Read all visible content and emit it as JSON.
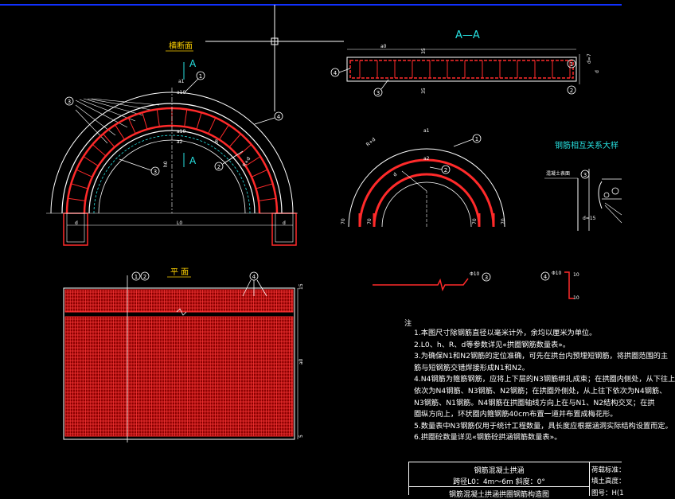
{
  "views": {
    "cross_section_title": "横断面",
    "section_aa_title": "A—A",
    "rebar_relation_title": "钢筋相互关系大样",
    "plan_title": "平 面",
    "cut_mark_a": "A"
  },
  "dims": {
    "a1": "a1",
    "a10": "a10",
    "a2": "a2",
    "h0": "h0",
    "d": "d",
    "l0": "L0",
    "r_in": "R",
    "r_out": "R+d",
    "rd": "R+d",
    "d7": "d=7",
    "d15": "d=15",
    "d35a": "35",
    "d35b": "35",
    "s70a": "70",
    "s70b": "70",
    "s70c": "70",
    "s70d": "70",
    "plan_top": "15",
    "plan_mid": "40",
    "plan_bot": "5",
    "plan_w": "a0",
    "phi10": "Φ10",
    "phi10b": "Φ10",
    "len10a": "10",
    "len10b": "10",
    "concrete_surface": "混凝土表面"
  },
  "callouts": [
    "1",
    "2",
    "3",
    "4"
  ],
  "notes": {
    "marker": "注",
    "lines": [
      "1.本图尺寸除钢筋直径以毫米计外，余均以厘米为单位。",
      "2.L0、h、R、d等参数详见«拱圈钢筋数量表»。",
      "3.为确保N1和N2钢筋的定位准确，可先在拱台内预埋短钢筋，将拱圈范围的主",
      "筋与短钢筋交错焊接形成N1和N2。",
      "4.N4钢筋为箍筋钢筋，应将上下层的N3钢筋绑扎成束；在拱圈内侧处，从下往上",
      "依次为N4钢筋、N3钢筋、N2钢筋；在拱圈外侧处，从上往下依次为N4钢筋、",
      "N3钢筋、N1钢筋。N4钢筋在拱圈轴线方向上在与N1、N2结构交叉；在拱",
      "圈纵方向上，环状圈内箍钢筋40cm布置一道并布置成梅花形。",
      "5.数量表中N3钢筋仅用于统计工程数量，具长度应根据涵洞实际结构设置而定。",
      "6.拱圈砼数量详见«钢筋砼拱涵钢筋数量表»。"
    ]
  },
  "title_block": {
    "title1": "钢筋混凝土拱涵",
    "span_text": "跨径L0：4m～6m    斜度：0°",
    "title2": "钢筋混凝土拱涵拱圈钢筋构造图",
    "right1": "荷载标准：",
    "right2": "填土高度：",
    "right3": "图号：H(1"
  },
  "colors": {
    "rebar": "#ff2a2a",
    "structure": "#ffffff",
    "hatch": "#ffffff",
    "dimension": "#27e0e0",
    "title_text": "#ffd200",
    "frame": "#1030ff"
  }
}
